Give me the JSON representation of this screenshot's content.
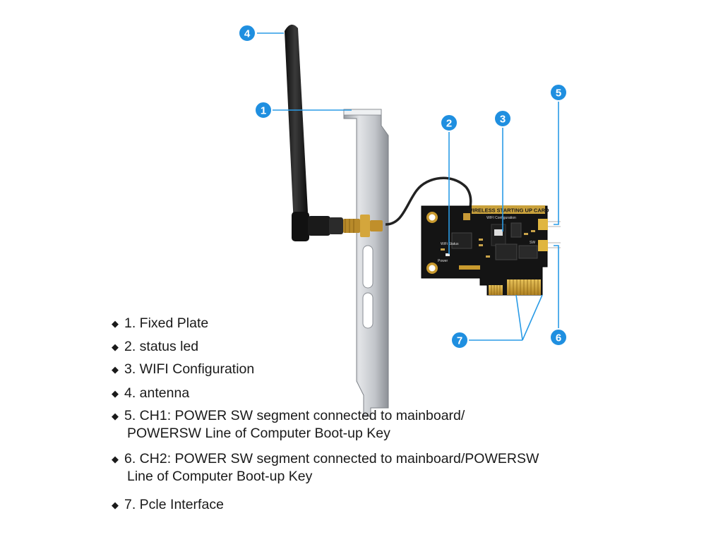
{
  "board": {
    "title": "WIRELESS STARTING UP CARD",
    "silkscreen": {
      "wifi_config": "WIFI Configuration",
      "wifi_status": "WiFi Status",
      "power": "Power",
      "sw_label": "SW"
    }
  },
  "callouts": [
    {
      "number": "1",
      "part": "fixed-plate"
    },
    {
      "number": "2",
      "part": "status-led"
    },
    {
      "number": "3",
      "part": "wifi-config-button"
    },
    {
      "number": "4",
      "part": "antenna"
    },
    {
      "number": "5",
      "part": "ch1-header"
    },
    {
      "number": "6",
      "part": "ch2-header"
    },
    {
      "number": "7",
      "part": "pcie-interface"
    }
  ],
  "legend": {
    "bullet": "◆",
    "items": [
      {
        "text": "1. Fixed Plate",
        "cont": ""
      },
      {
        "text": "2. status led",
        "cont": ""
      },
      {
        "text": "3. WIFI Configuration",
        "cont": ""
      },
      {
        "text": "4. antenna",
        "cont": ""
      },
      {
        "text": "5. CH1: POWER SW segment connected to mainboard/",
        "cont": "POWERSW Line of Computer Boot-up Key"
      },
      {
        "text": "6. CH2: POWER SW segment connected to mainboard/POWERSW",
        "cont": "Line of Computer Boot-up Key"
      },
      {
        "text": "7. Pcle Interface",
        "cont": ""
      }
    ]
  },
  "colors": {
    "callout_blue": "#1f8fe0",
    "leader_line": "#2a9be6",
    "bracket": "#c4c7cc",
    "pcb": "#141414",
    "gold": "#c99a2e",
    "antenna": "#1c1c1c"
  }
}
